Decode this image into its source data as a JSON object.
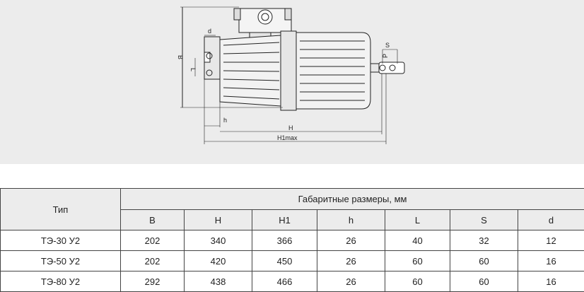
{
  "drawing": {
    "labels": {
      "B": "B",
      "d": "d",
      "L": "L",
      "h": "h",
      "H": "H",
      "H1max": "H1max",
      "S": "S",
      "P": "P"
    }
  },
  "table": {
    "type_header": "Тип",
    "group_header": "Габаритные размеры, мм",
    "columns": [
      "B",
      "H",
      "H1",
      "h",
      "L",
      "S",
      "d"
    ],
    "rows": [
      {
        "type": "ТЭ-30 У2",
        "values": [
          "202",
          "340",
          "366",
          "26",
          "40",
          "32",
          "12"
        ]
      },
      {
        "type": "ТЭ-50 У2",
        "values": [
          "202",
          "420",
          "450",
          "26",
          "60",
          "60",
          "16"
        ]
      },
      {
        "type": "ТЭ-80 У2",
        "values": [
          "292",
          "438",
          "466",
          "26",
          "60",
          "60",
          "16"
        ]
      }
    ]
  }
}
